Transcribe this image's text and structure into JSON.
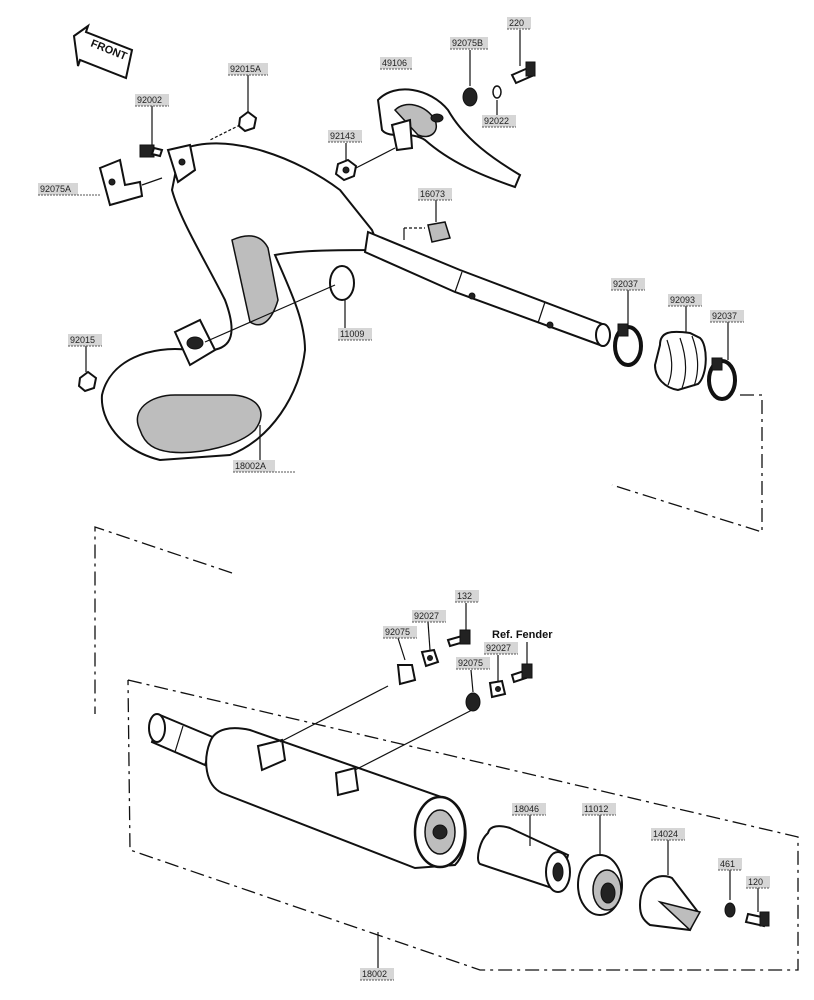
{
  "diagram": {
    "front_label": "FRONT",
    "ref_note": "Ref. Fender",
    "part_labels": {
      "p220": "220",
      "p92075B": "92075B",
      "p92015A": "92015A",
      "p49106": "49106",
      "p92002": "92002",
      "p92022": "92022",
      "p92143": "92143",
      "p92075A": "92075A",
      "p16073": "16073",
      "p92037a": "92037",
      "p92093": "92093",
      "p92037b": "92037",
      "p92015": "92015",
      "p11009": "11009",
      "p18002A": "18002A",
      "p132": "132",
      "p92027a": "92027",
      "p92075a": "92075",
      "p92027b": "92027",
      "p92075b": "92075",
      "p18046": "18046",
      "p11012": "11012",
      "p14024": "14024",
      "p461": "461",
      "p120": "120",
      "p18002": "18002"
    }
  }
}
